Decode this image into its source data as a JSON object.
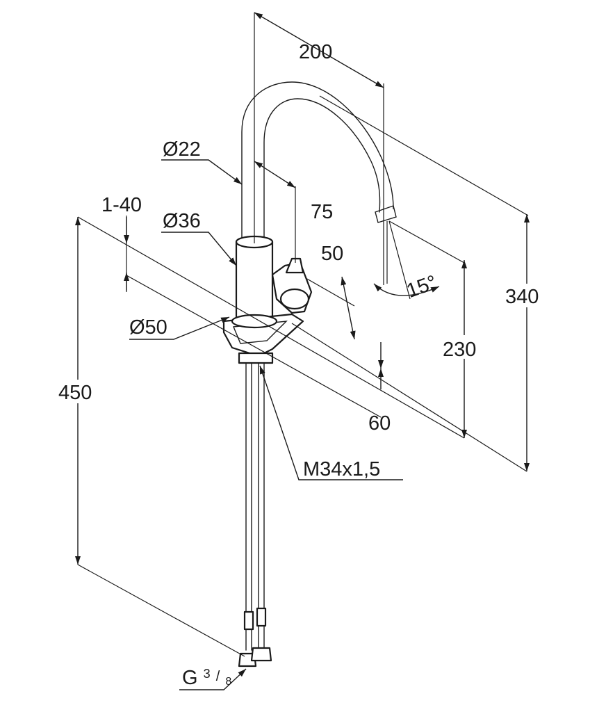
{
  "drawing": {
    "subject": "kitchen-faucet-dimension-drawing",
    "units": "mm",
    "labels": {
      "spout_reach": "200",
      "spout_diameter": "Ø22",
      "lever_offset": "75",
      "deck_thickness": "1-40",
      "body_diameter": "Ø36",
      "lever_depth": "50",
      "swivel_angle": "15°",
      "base_diameter": "Ø50",
      "base_height": "60",
      "outlet_height": "230",
      "total_height": "340",
      "hose_length": "450",
      "mount_thread": "M34x1,5",
      "connection_prefix": "G",
      "connection_num": "3",
      "connection_den": "8"
    }
  }
}
